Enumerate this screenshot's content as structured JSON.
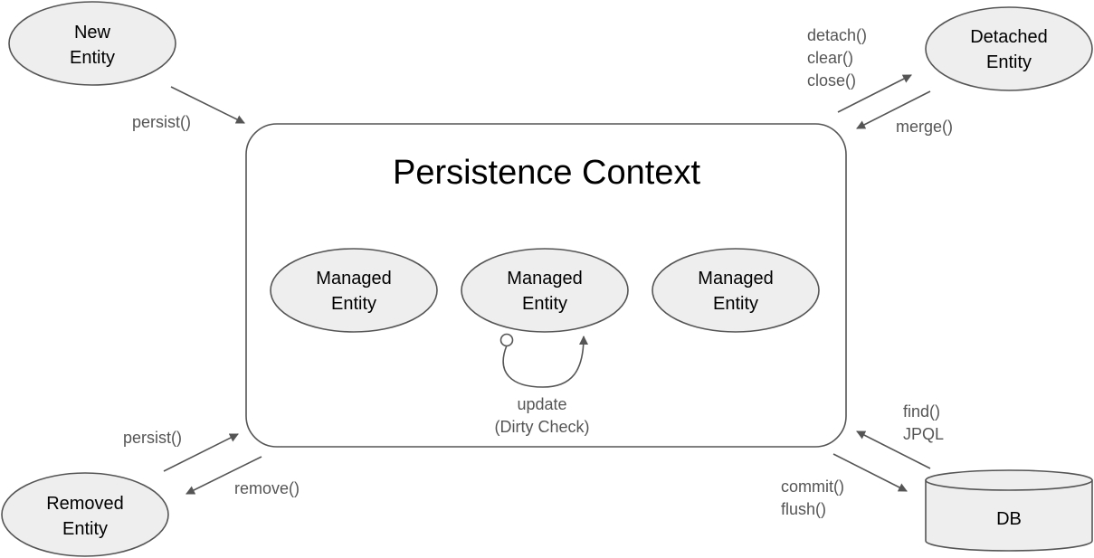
{
  "colors": {
    "node_fill": "#eeeeee",
    "stroke": "#555555",
    "edge_label": "#555555",
    "background": "#ffffff"
  },
  "context": {
    "title": "Persistence Context"
  },
  "nodes": {
    "new_entity": {
      "line1": "New",
      "line2": "Entity"
    },
    "detached_entity": {
      "line1": "Detached",
      "line2": "Entity"
    },
    "removed_entity": {
      "line1": "Removed",
      "line2": "Entity"
    },
    "db": {
      "label": "DB"
    },
    "managed": [
      {
        "line1": "Managed",
        "line2": "Entity"
      },
      {
        "line1": "Managed",
        "line2": "Entity"
      },
      {
        "line1": "Managed",
        "line2": "Entity"
      }
    ]
  },
  "edges": {
    "new_to_context": {
      "label": "persist()"
    },
    "context_to_detached": {
      "lines": [
        "detach()",
        "clear()",
        "close()"
      ]
    },
    "detached_to_context": {
      "label": "merge()"
    },
    "removed_to_context": {
      "label": "persist()"
    },
    "context_to_removed": {
      "label": "remove()"
    },
    "db_to_context": {
      "lines": [
        "find()",
        "JPQL"
      ]
    },
    "context_to_db": {
      "lines": [
        "commit()",
        "flush()"
      ]
    },
    "self_update": {
      "lines": [
        "update",
        "(Dirty Check)"
      ]
    }
  }
}
